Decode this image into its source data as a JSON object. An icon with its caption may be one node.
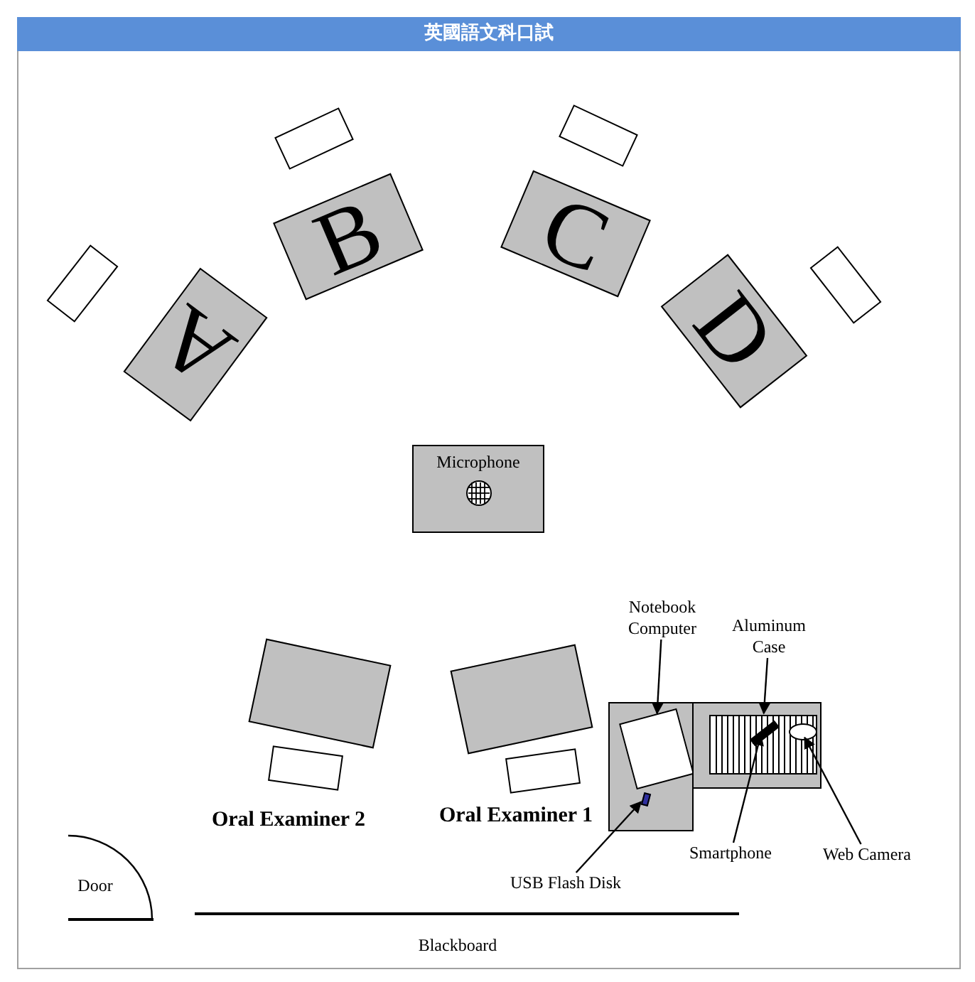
{
  "diagram": {
    "title": "英國語文科口試",
    "nodes": [
      {
        "text": [
          "A"
        ]
      },
      {
        "text": [
          "B"
        ]
      },
      {
        "text": [
          "C"
        ]
      },
      {
        "text": [
          "D"
        ]
      },
      {
        "text": [
          "Microphone"
        ]
      },
      {
        "text": [],
        "shape": "box"
      },
      {
        "text": [],
        "shape": "box"
      },
      {
        "text": [],
        "shape": "box"
      },
      {
        "text": [],
        "shape": "box",
        "in": 7
      },
      {
        "text": [],
        "shape": "bar",
        "in": 7
      },
      {
        "text": [],
        "shape": "box"
      },
      {
        "text": [],
        "shape": "box",
        "in": 10
      },
      {
        "text": [],
        "shape": "bar",
        "in": 11
      },
      {
        "text": [],
        "shape": "circle",
        "in": 11
      },
      {
        "text": [
          "Notebook Computer"
        ]
      },
      {
        "text": [
          "Aluminum Case"
        ]
      },
      {
        "text": [
          "Smartphone"
        ]
      },
      {
        "text": [
          "Web Camera"
        ]
      },
      {
        "text": [
          "USB Flash Disk"
        ]
      },
      {
        "text": [],
        "shape": "box"
      },
      {
        "text": [],
        "shape": "box"
      },
      {
        "text": [],
        "shape": "box"
      },
      {
        "text": [],
        "shape": "box"
      },
      {
        "text": [],
        "shape": "box"
      },
      {
        "text": [],
        "shape": "box"
      }
    ],
    "edges": [
      {
        "from": 14,
        "to": 8,
        "arrow": "to"
      },
      {
        "from": 15,
        "to": 11,
        "arrow": "to"
      },
      {
        "from": 18,
        "to": 9,
        "arrow": "to"
      },
      {
        "from": 16,
        "to": 12,
        "arrow": "to"
      },
      {
        "from": 17,
        "to": 13,
        "arrow": "to"
      }
    ],
    "labels": [
      "Oral Examiner 2",
      "Oral Examiner 1",
      "Door",
      "Blackboard"
    ]
  }
}
